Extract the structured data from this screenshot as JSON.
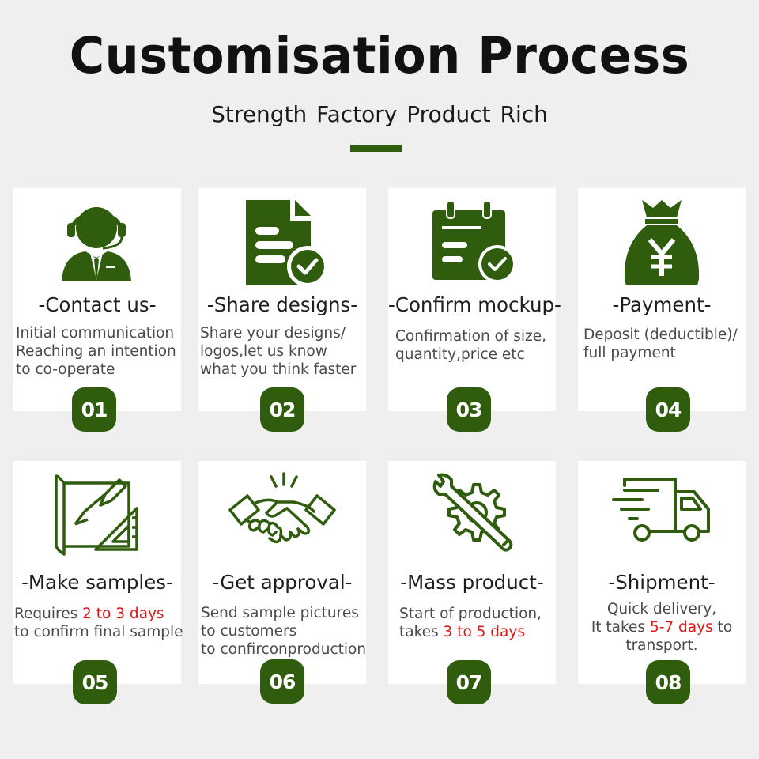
{
  "header": {
    "title": "Customisation Process",
    "subtitle": "Strength Factory  Product Rich"
  },
  "colors": {
    "brand_green": "#2f5d0d",
    "highlight_red": "#e41414",
    "background": "#efefef"
  },
  "steps": [
    {
      "number": "01",
      "title": "-Contact us-",
      "icon": "customer-service-icon",
      "lines": [
        "Initial communication",
        "Reaching an intention",
        "to co-operate"
      ]
    },
    {
      "number": "02",
      "title": "-Share designs-",
      "icon": "document-check-icon",
      "lines": [
        "Share your designs/",
        "logos,let us know",
        "what you think faster"
      ]
    },
    {
      "number": "03",
      "title": "-Confirm mockup-",
      "icon": "calendar-check-icon",
      "lines": [
        "Confirmation of size,",
        "quantity,price etc"
      ]
    },
    {
      "number": "04",
      "title": "-Payment-",
      "icon": "yen-money-bag-icon",
      "lines": [
        "Deposit (deductible)/",
        "full payment"
      ]
    },
    {
      "number": "05",
      "title": "-Make samples-",
      "icon": "blueprint-pencil-icon",
      "line1_prefix": "Requires ",
      "line1_highlight": "2 to 3 days",
      "line2": "to confirm final sample"
    },
    {
      "number": "06",
      "title": "-Get approval-",
      "icon": "handshake-icon",
      "lines": [
        "Send sample pictures",
        "to customers",
        "to confirconproduction"
      ]
    },
    {
      "number": "07",
      "title": "-Mass product-",
      "icon": "wrench-gear-icon",
      "line1": "Start of production,",
      "line2_prefix": "takes ",
      "line2_highlight": "3 to 5 days"
    },
    {
      "number": "08",
      "title": "-Shipment-",
      "icon": "delivery-truck-icon",
      "line1": "Quick delivery,",
      "line2_prefix": "It takes ",
      "line2_highlight": "5-7 days",
      "line2_suffix": " to",
      "line3": "transport."
    }
  ]
}
